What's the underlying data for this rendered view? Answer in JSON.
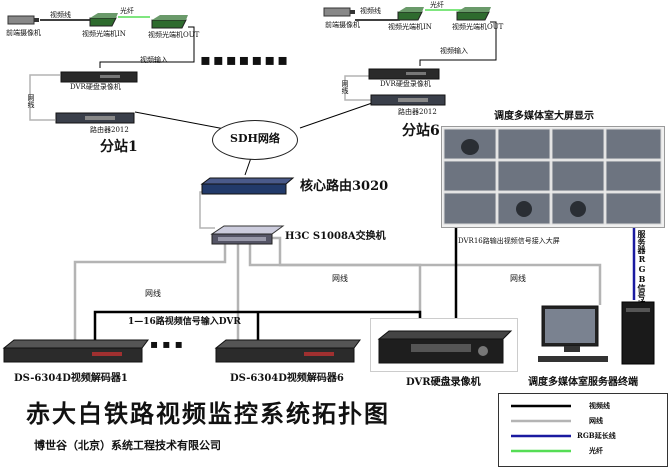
{
  "title": "赤大白铁路视频监控系统拓扑图",
  "company": "博世谷（北京）系统工程技术有限公司",
  "substation_left": {
    "camera": "前端摄像机",
    "video_line": "视频线",
    "fiber": "光纤",
    "optical_in": "视频光端机IN",
    "optical_out": "视频光端机OUT",
    "video_input": "视频输入",
    "dvr": "DVR硬盘录像机",
    "network": "网线",
    "router": "路由器2012",
    "name": "分站1"
  },
  "substation_right": {
    "camera": "前端摄像机",
    "video_line": "视频线",
    "fiber": "光纤",
    "optical_in": "视频光端机IN",
    "optical_out": "视频光端机OUT",
    "video_input": "视频输入",
    "dvr": "DVR硬盘录像机",
    "network": "网线",
    "router": "路由器2012",
    "name": "分站6"
  },
  "sdh": "SDH网络",
  "core_router": "核心路由3020",
  "switch": "H3C S1008A交换机",
  "big_screen_title": "调度多媒体室大屏显示",
  "dvr16_label": "DVR16路输出视频信号接入大屏",
  "rgb_label": "服务器RGB信号接入大屏",
  "net_labels": [
    "网线",
    "网线",
    "网线"
  ],
  "dvr_input_label": "1—16路视频信号输入DVR",
  "decoder1": "DS-6304D视频解码器1",
  "decoder6": "DS-6304D视频解码器6",
  "center_dvr": "DVR硬盘录像机",
  "server": "调度多媒体室服务器终端",
  "legend": [
    {
      "label": "视频线",
      "color": "#000000"
    },
    {
      "label": "网线",
      "color": "#b4b4b4"
    },
    {
      "label": "RGB延长线",
      "color": "#1a1aa0"
    },
    {
      "label": "光纤",
      "color": "#55dd55"
    }
  ]
}
